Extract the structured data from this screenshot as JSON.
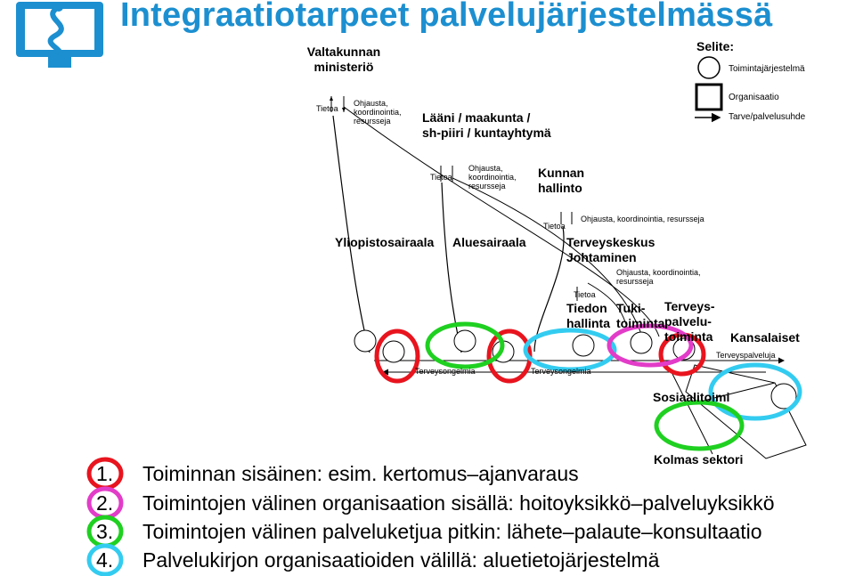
{
  "title": "Integraatiotarpeet palvelujärjestelmässä",
  "legend": {
    "title": "Selite:",
    "system": "Toimintajärjestelmä",
    "organisation": "Organisaatio",
    "relation": "Tarve/palvelusuhde"
  },
  "levels": {
    "ministry": "Valtakunnan\nministeriö",
    "province": "Lääni / maakunta /\nsh-piiri / kuntayhtymä",
    "municipality": "Kunnan\nhallinto",
    "university_hospital": "Yliopistosairaala",
    "regional_hospital": "Aluesairaala",
    "health_center": "Terveyskeskus",
    "management": "Johtaminen",
    "info_management": "Tiedon\nhallinta",
    "support": "Tuki-\ntoiminta",
    "health_services_unit": "Terveys-\npalvelu-\ntoiminta",
    "citizens": "Kansalaiset",
    "social": "Sosiaalitoimi",
    "third_sector": "Kolmas sektori"
  },
  "flows": {
    "info": "Tietoa",
    "guidance_ministry": "Ohjausta,\nkoordinointia,\nresursseja",
    "guidance_province": "Ohjausta,\nkoordinointia,\nresursseja",
    "guidance_municipality": "Ohjausta, koordinointia, resursseja",
    "guidance_hc": "Ohjausta, koordinointia,\nresursseja",
    "health_services": "Terveyspalveluja",
    "health_problems": "Terveysongelmia"
  },
  "colors": {
    "title": "#1c8fd0",
    "red": "#e8141e",
    "magenta": "#e23cc8",
    "green": "#1fd021",
    "cyan": "#33ccf0"
  },
  "list": [
    {
      "num": "1.",
      "text": "Toiminnan sisäinen: esim. kertomus–ajanvaraus",
      "color": "red"
    },
    {
      "num": "2.",
      "text": "Toimintojen välinen organisaation sisällä: hoitoyksikkö–palveluyksikkö",
      "color": "magenta"
    },
    {
      "num": "3.",
      "text": "Toimintojen välinen palveluketjua pitkin: lähete–palaute–konsultaatio",
      "color": "green"
    },
    {
      "num": "4.",
      "text": "Palvelukirjon organisaatioiden välillä: aluetietojärjestelmä",
      "color": "cyan"
    }
  ]
}
